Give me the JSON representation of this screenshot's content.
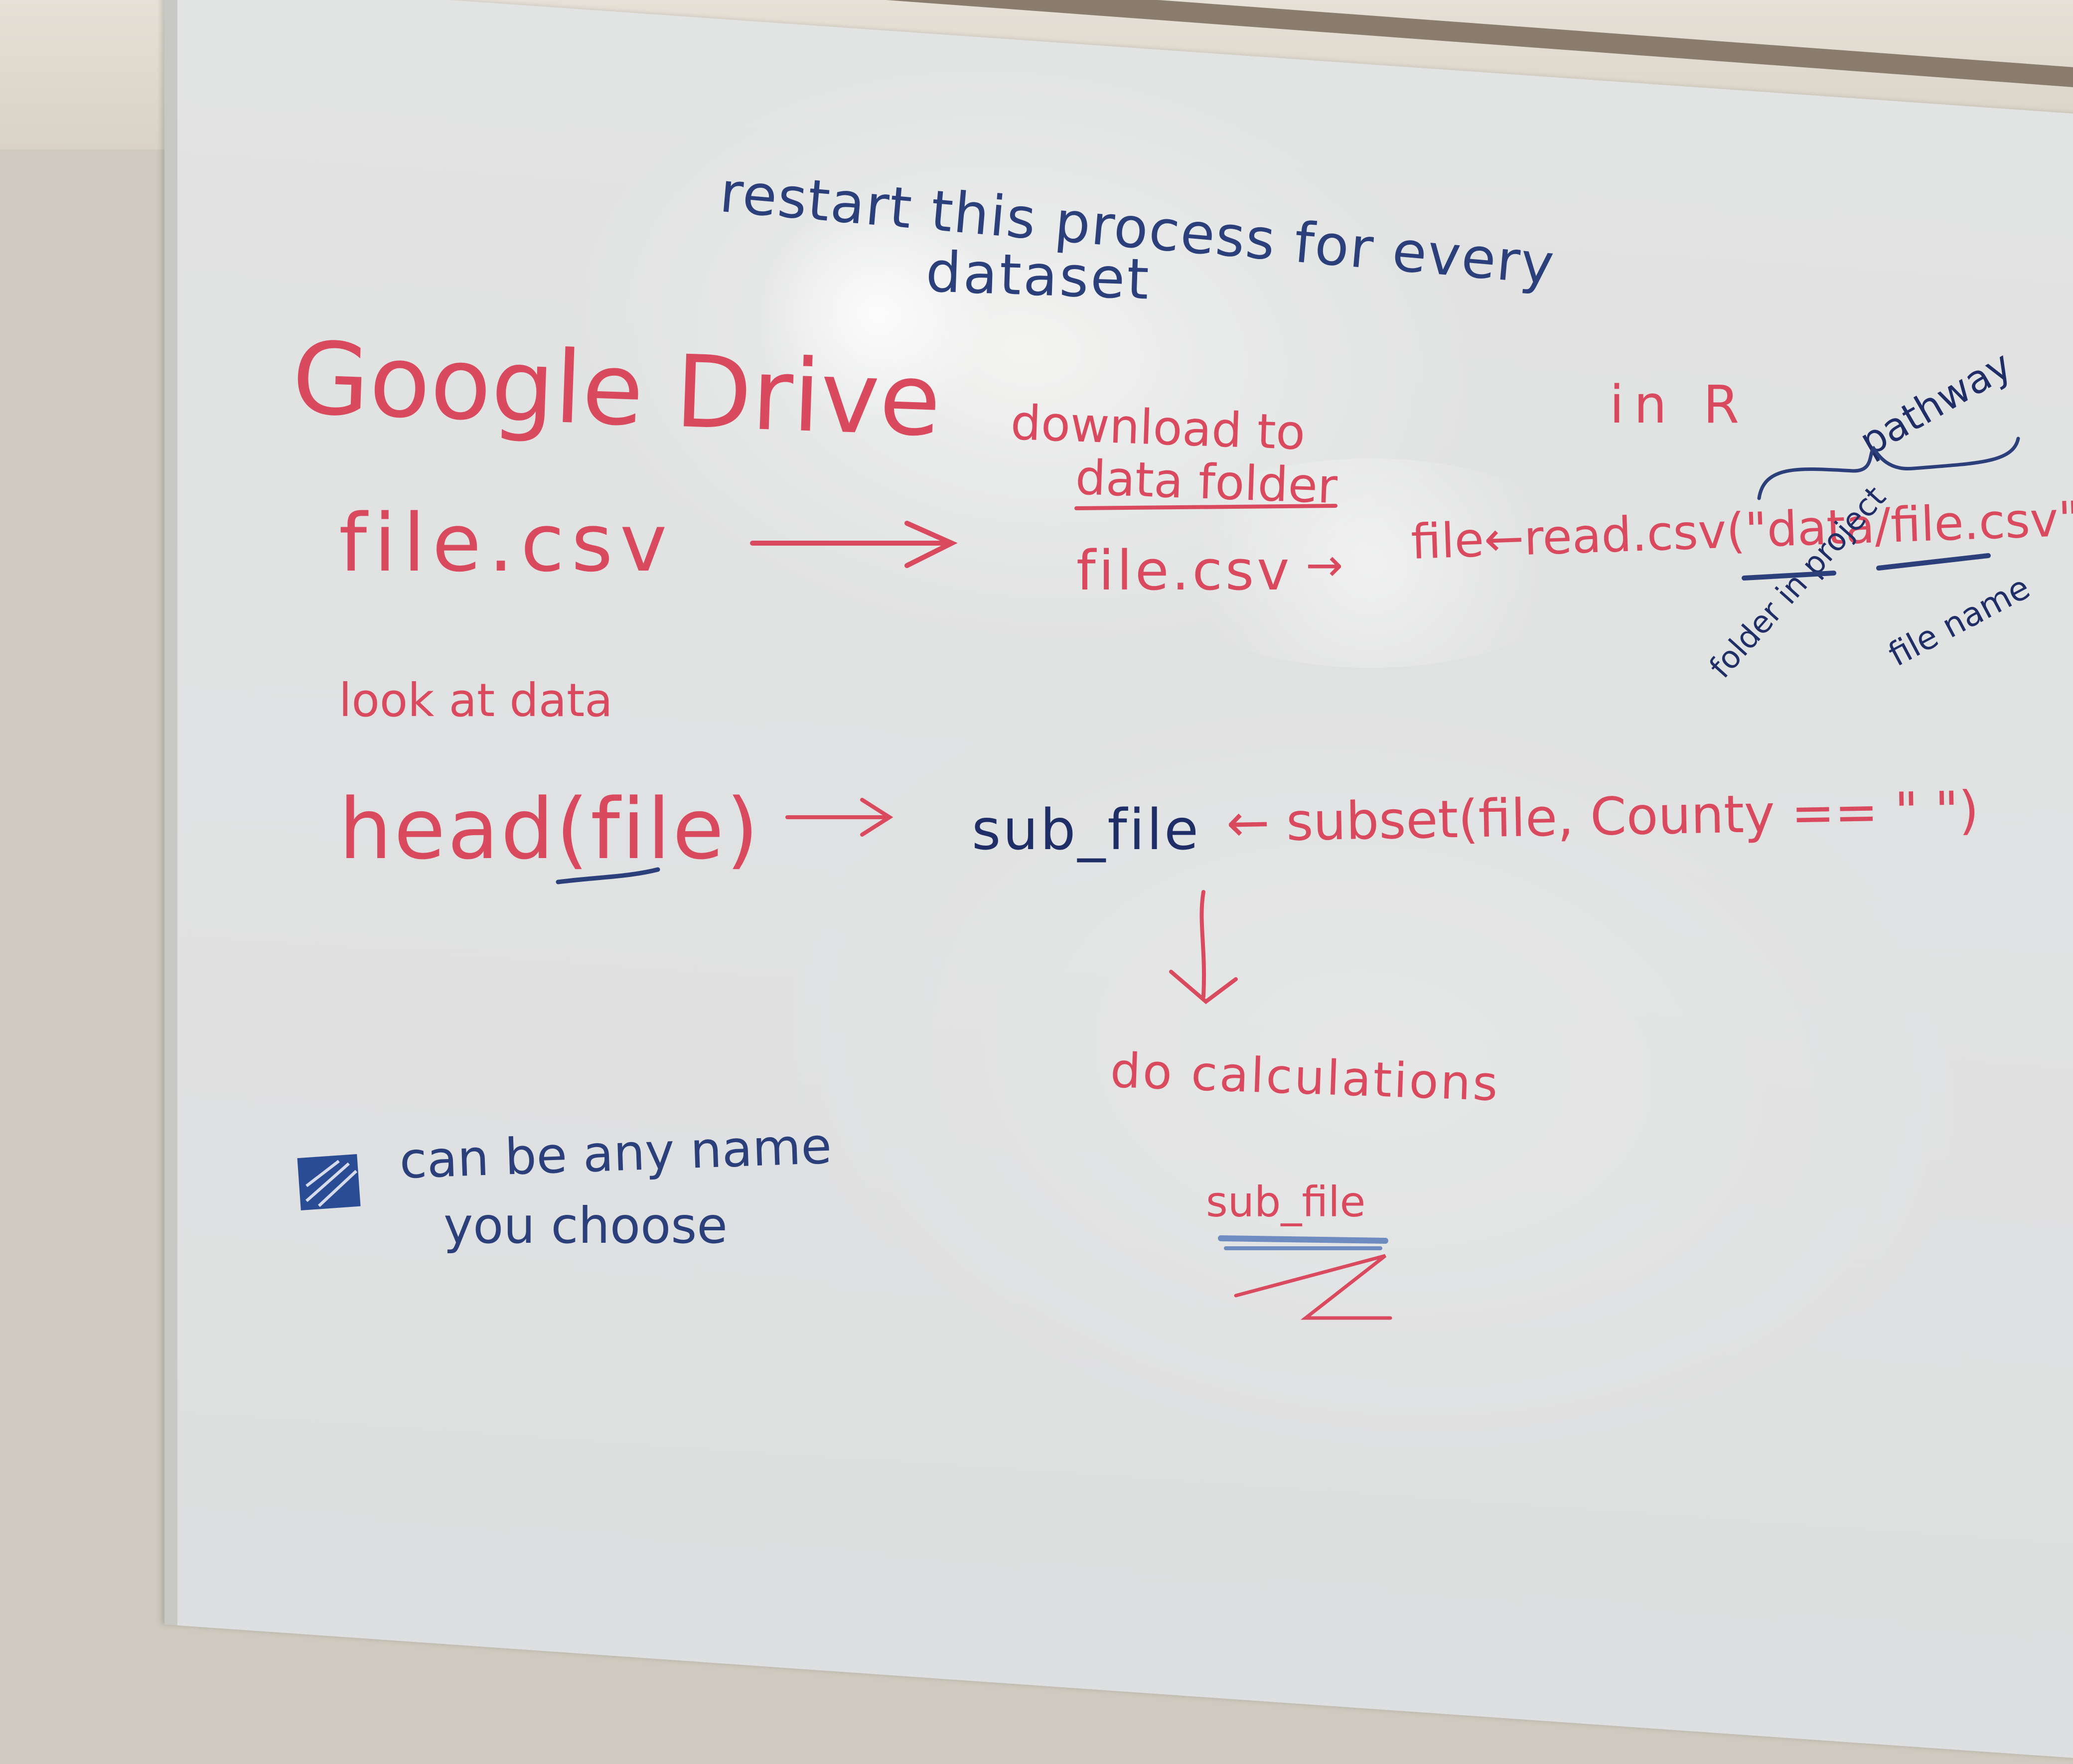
{
  "board": {
    "top_note_line1": "restart this process for every",
    "top_note_line2": "dataset",
    "source_title": "Google Drive",
    "source_file": "file.csv",
    "download_line1": "download to",
    "download_line2": "data folder",
    "downloaded_file": "file.csv",
    "arrow_small": "→",
    "in_r": "in R",
    "pathway_label": "pathway",
    "read_call": "file←read.csv(\"data/file.csv\")",
    "folder_label": "folder in project",
    "file_label": "file name",
    "look_at_data": "look at data",
    "head_call": "head(file)",
    "subset_target": "sub_file",
    "subset_call": "← subset(file, County == \" \")",
    "do_calculations": "do calculations",
    "sub_file_label": "sub_file",
    "legend_text_line1": "can be any name",
    "legend_text_line2": "you choose"
  },
  "colors": {
    "red_marker": "#d94a5f",
    "blue_marker": "#2b3f7a",
    "board": "#e2e3e3"
  }
}
